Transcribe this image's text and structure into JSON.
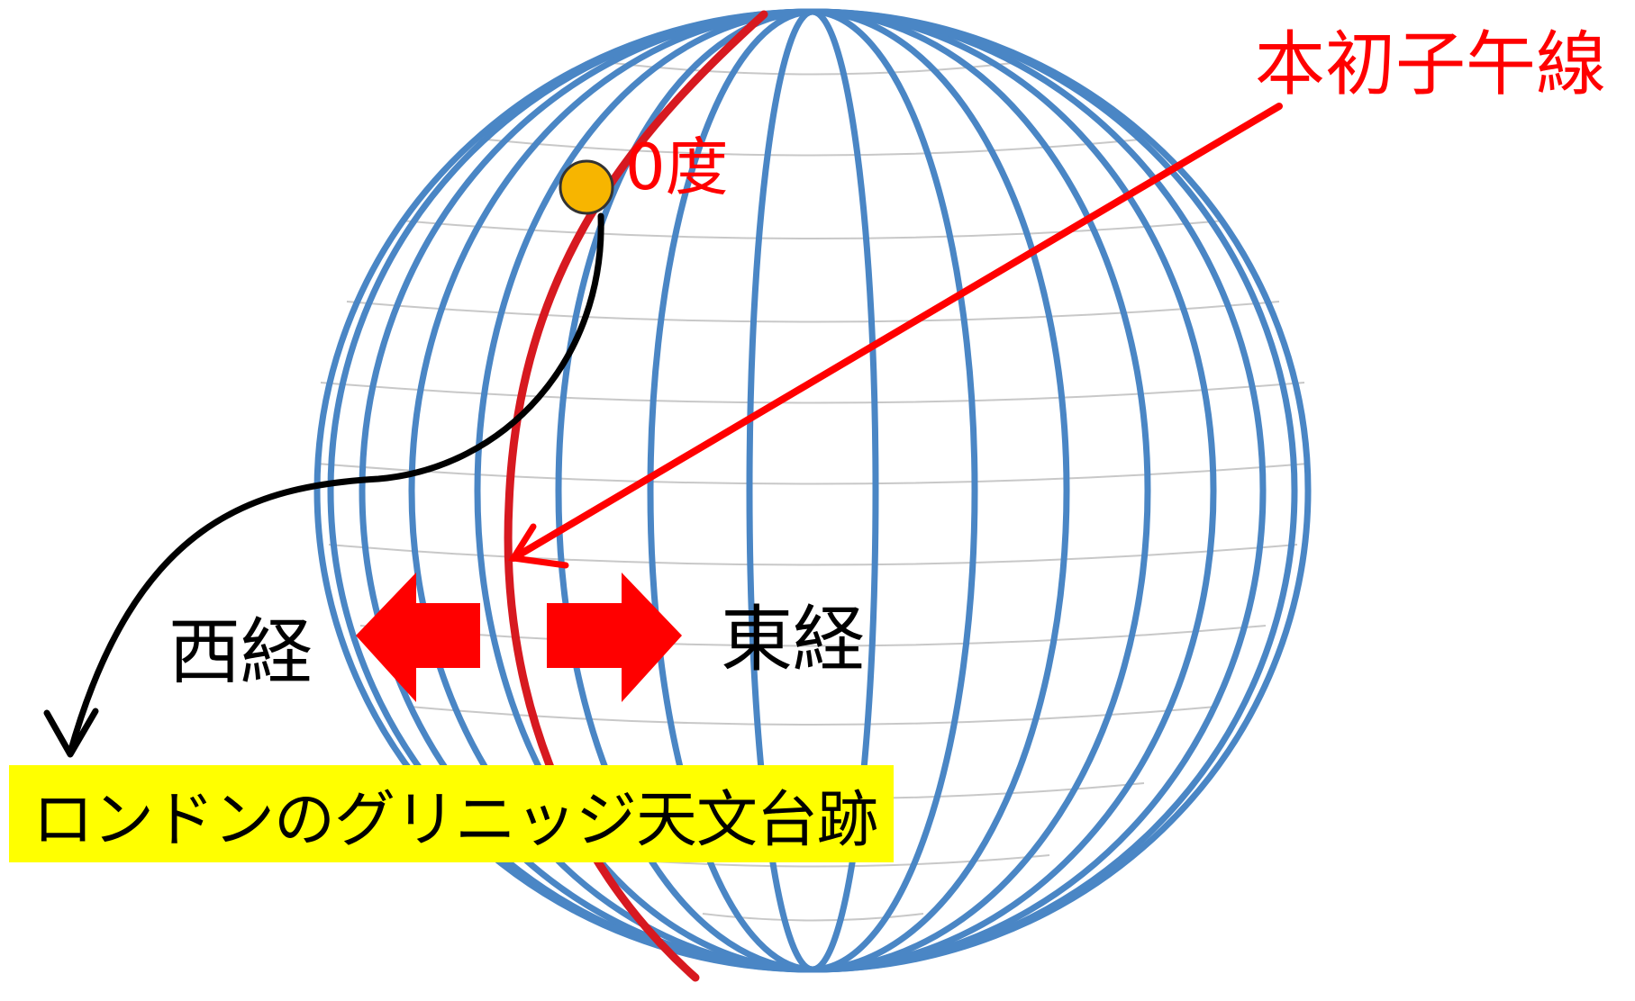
{
  "labels": {
    "prime_meridian": "本初子午線",
    "zero_degree": "0度",
    "west_longitude": "西経",
    "east_longitude": "東経",
    "greenwich": "ロンドンのグリニッジ天文台跡"
  },
  "colors": {
    "meridian_lines": "#4a86c5",
    "latitude_lines": "#c8c8c8",
    "prime_meridian": "#d71920",
    "pointer": "#ff0000",
    "greenwich_dot": "#f7b500",
    "connector": "#000000",
    "callout_background": "#ffff00"
  },
  "icons": {
    "dot": "greenwich-marker-icon",
    "west_arrow": "arrow-left-icon",
    "east_arrow": "arrow-right-icon"
  }
}
